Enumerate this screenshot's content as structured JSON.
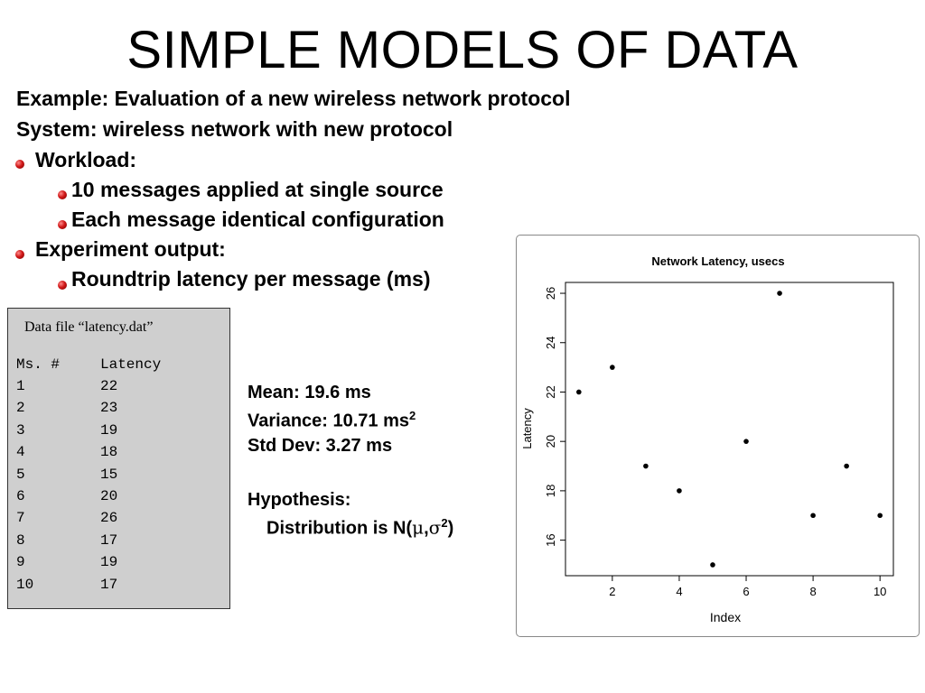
{
  "slide": {
    "title": "SIMPLE MODELS OF DATA",
    "lines": {
      "example": "Example: Evaluation of a new wireless network protocol",
      "system": "System: wireless network with new protocol",
      "workload": "Workload:",
      "workload_1": "10 messages applied at single source",
      "workload_2": "Each message identical configuration",
      "output": "Experiment output:",
      "output_1": "Roundtrip latency per message (ms)"
    },
    "bullet_color": "#c81414"
  },
  "datafile": {
    "caption": "Data file “latency.dat”",
    "header_ms": "Ms. #",
    "header_latency": "Latency",
    "rows": [
      {
        "ms": "1",
        "latency": "22"
      },
      {
        "ms": "2",
        "latency": "23"
      },
      {
        "ms": "3",
        "latency": "19"
      },
      {
        "ms": "4",
        "latency": "18"
      },
      {
        "ms": "5",
        "latency": "15"
      },
      {
        "ms": "6",
        "latency": "20"
      },
      {
        "ms": "7",
        "latency": "26"
      },
      {
        "ms": "8",
        "latency": "17"
      },
      {
        "ms": "9",
        "latency": "19"
      },
      {
        "ms": "10",
        "latency": "17"
      }
    ],
    "background": "#cfcfcf"
  },
  "stats": {
    "mean": "Mean: 19.6 ms",
    "variance": "Variance: 10.71 ms",
    "variance_sup": "2",
    "std": "Std Dev: 3.27 ms",
    "hypothesis": "Hypothesis:",
    "dist_prefix": "Distribution is N(",
    "mu": "μ",
    "comma": ",",
    "sigma": "σ",
    "sigma_sup": "2",
    "dist_suffix": ")"
  },
  "chart_data": {
    "type": "scatter",
    "title": "Network Latency, usecs",
    "xlabel": "Index",
    "ylabel": "Latency",
    "x": [
      1,
      2,
      3,
      4,
      5,
      6,
      7,
      8,
      9,
      10
    ],
    "y": [
      22,
      23,
      19,
      18,
      15,
      20,
      26,
      17,
      19,
      17
    ],
    "xticks": [
      2,
      4,
      6,
      8,
      10
    ],
    "yticks": [
      16,
      18,
      20,
      22,
      24,
      26
    ],
    "xlim": [
      0.6,
      10.4
    ],
    "ylim": [
      14.56,
      26.44
    ],
    "grid": false,
    "legend": "none"
  }
}
